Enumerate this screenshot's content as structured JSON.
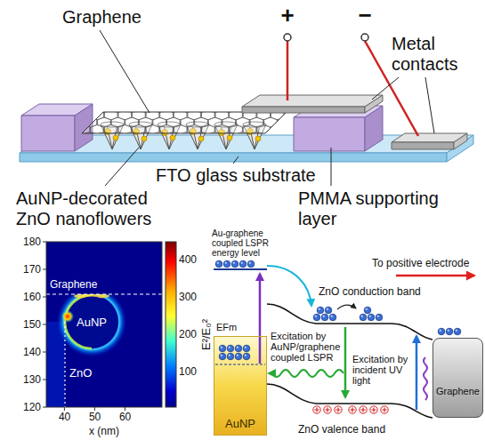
{
  "diagram": {
    "nodes": [
      {
        "text": [
          "AuNP"
        ]
      },
      {
        "text": [
          "Graphene"
        ]
      }
    ],
    "labels": [
      "+",
      "−",
      "Graphene",
      "Metal contacts",
      "FTO glass substrate",
      "AuNP-decorated ZnO nanoflowers",
      "PMMA supporting layer",
      "180",
      "170",
      "160",
      "150",
      "140",
      "130",
      "120",
      "40",
      "50",
      "60",
      "x (nm)",
      "400",
      "300",
      "200",
      "100",
      "E²/E₀²",
      "Graphene",
      "AuNP",
      "ZnO",
      "Au-graphene coupled LSPR energy level",
      "EFm",
      "Excitation by AuNP/graphene coupled LSPR",
      "ZnO conduction band",
      "To positive electrode",
      "Excitation by incident UV light",
      "ZnO valence band"
    ]
  }
}
